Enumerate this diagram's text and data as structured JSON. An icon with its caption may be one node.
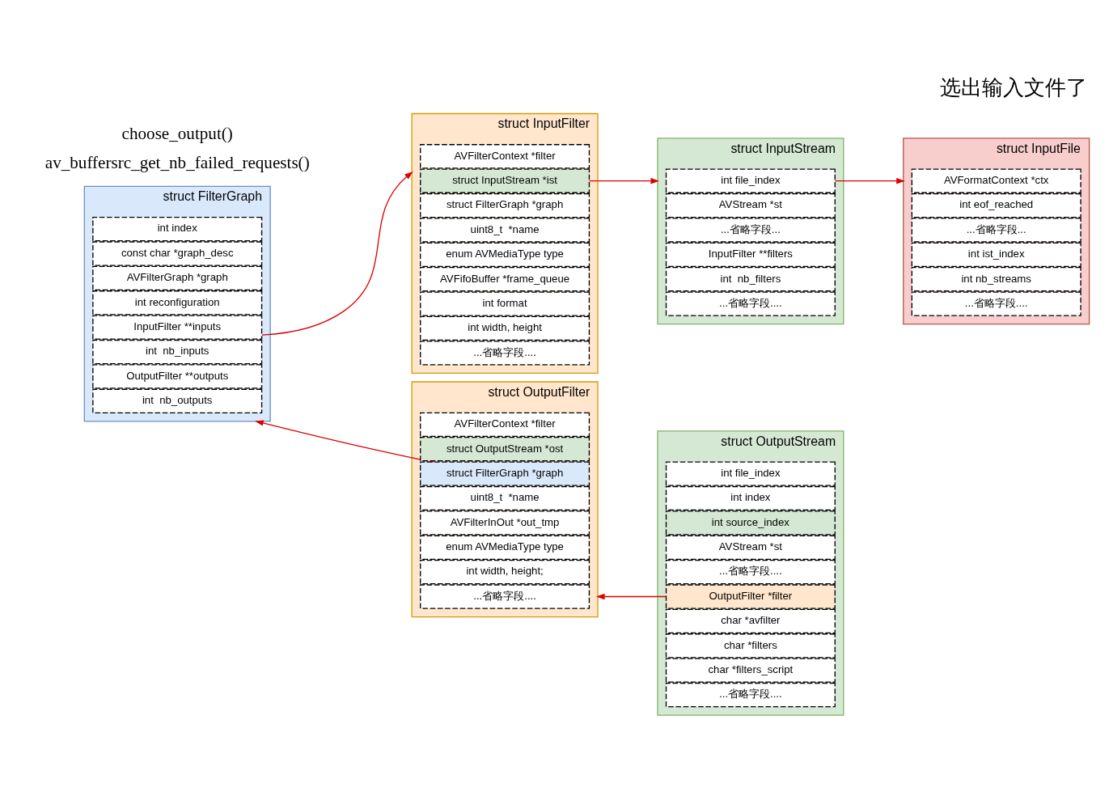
{
  "diagram": {
    "title": "选出输入文件了",
    "nodes": [
      {
        "text": [
          "struct InputFilter"
        ]
      },
      {
        "text": [
          "AVFilterContext *filter"
        ],
        "in": 0
      },
      {
        "text": [
          "struct InputStream *ist"
        ],
        "in": 0
      },
      {
        "text": [
          "struct FilterGraph *graph"
        ],
        "in": 0
      },
      {
        "text": [
          "uint8_t  *name"
        ],
        "in": 0
      },
      {
        "text": [
          "enum AVMediaType type"
        ],
        "in": 0
      },
      {
        "text": [
          "AVFifoBuffer *frame_queue"
        ],
        "in": 0
      },
      {
        "text": [
          "int format"
        ],
        "in": 0
      },
      {
        "text": [
          "int width, height"
        ],
        "in": 0
      },
      {
        "text": [
          "...省略字段...."
        ],
        "in": 0
      },
      {
        "text": [
          "struct InputStream"
        ]
      },
      {
        "text": [
          "int file_index"
        ],
        "in": 10
      },
      {
        "text": [
          "AVStream *st"
        ],
        "in": 10
      },
      {
        "text": [
          "...省略字段..."
        ],
        "in": 10
      },
      {
        "text": [
          "InputFilter **filters"
        ],
        "in": 10
      },
      {
        "text": [
          "int  nb_filters"
        ],
        "in": 10
      },
      {
        "text": [
          "...省略字段...."
        ],
        "in": 10
      },
      {
        "text": [
          "struct InputFile"
        ]
      },
      {
        "text": [
          "AVFormatContext *ctx"
        ],
        "in": 17
      },
      {
        "text": [
          "int eof_reached"
        ],
        "in": 17
      },
      {
        "text": [
          "...省略字段..."
        ],
        "in": 17
      },
      {
        "text": [
          "int ist_index"
        ],
        "in": 17
      },
      {
        "text": [
          "int nb_streams"
        ],
        "in": 17
      },
      {
        "text": [
          "...省略字段...."
        ],
        "in": 17
      },
      {
        "text": [
          "struct FilterGraph"
        ]
      },
      {
        "text": [
          "int index"
        ],
        "in": 24
      },
      {
        "text": [
          "const char *graph_desc"
        ],
        "in": 24
      },
      {
        "text": [
          "AVFilterGraph *graph"
        ],
        "in": 24
      },
      {
        "text": [
          "int reconfiguration"
        ],
        "in": 24
      },
      {
        "text": [
          "InputFilter **inputs"
        ],
        "in": 24
      },
      {
        "text": [
          "int  nb_inputs"
        ],
        "in": 24
      },
      {
        "text": [
          "OutputFilter **outputs"
        ],
        "in": 24
      },
      {
        "text": [
          "int  nb_outputs"
        ],
        "in": 24
      },
      {
        "text": [
          "struct OutputFilter"
        ]
      },
      {
        "text": [
          "AVFilterContext *filter"
        ],
        "in": 33
      },
      {
        "text": [
          "struct OutputStream *ost"
        ],
        "in": 33
      },
      {
        "text": [
          "struct FilterGraph *graph"
        ],
        "in": 33
      },
      {
        "text": [
          "uint8_t  *name"
        ],
        "in": 33
      },
      {
        "text": [
          "AVFilterInOut *out_tmp"
        ],
        "in": 33
      },
      {
        "text": [
          "enum AVMediaType type"
        ],
        "in": 33
      },
      {
        "text": [
          "int width, height;"
        ],
        "in": 33
      },
      {
        "text": [
          "...省略字段...."
        ],
        "in": 33
      },
      {
        "text": [
          "struct OutputStream"
        ]
      },
      {
        "text": [
          "int file_index"
        ],
        "in": 42
      },
      {
        "text": [
          "int index"
        ],
        "in": 42
      },
      {
        "text": [
          "int source_index"
        ],
        "in": 42
      },
      {
        "text": [
          "AVStream *st"
        ],
        "in": 42
      },
      {
        "text": [
          "...省略字段...."
        ],
        "in": 42
      },
      {
        "text": [
          "OutputFilter *filter"
        ],
        "in": 42
      },
      {
        "text": [
          "char *avfilter"
        ],
        "in": 42
      },
      {
        "text": [
          "char *filters"
        ],
        "in": 42
      },
      {
        "text": [
          "char *filters_script"
        ],
        "in": 42
      },
      {
        "text": [
          "...省略字段...."
        ],
        "in": 42
      }
    ],
    "edges": [
      {
        "from": 29,
        "to": 0,
        "arrow": "to"
      },
      {
        "from": 2,
        "to": 10,
        "arrow": "to"
      },
      {
        "from": 11,
        "to": 17,
        "arrow": "to"
      },
      {
        "from": 36,
        "to": 24,
        "arrow": "to"
      },
      {
        "from": 48,
        "to": 33,
        "arrow": "to"
      }
    ],
    "labels": [
      "av_buffersrc_get_nb_failed_requests()",
      "choose_output()"
    ]
  }
}
